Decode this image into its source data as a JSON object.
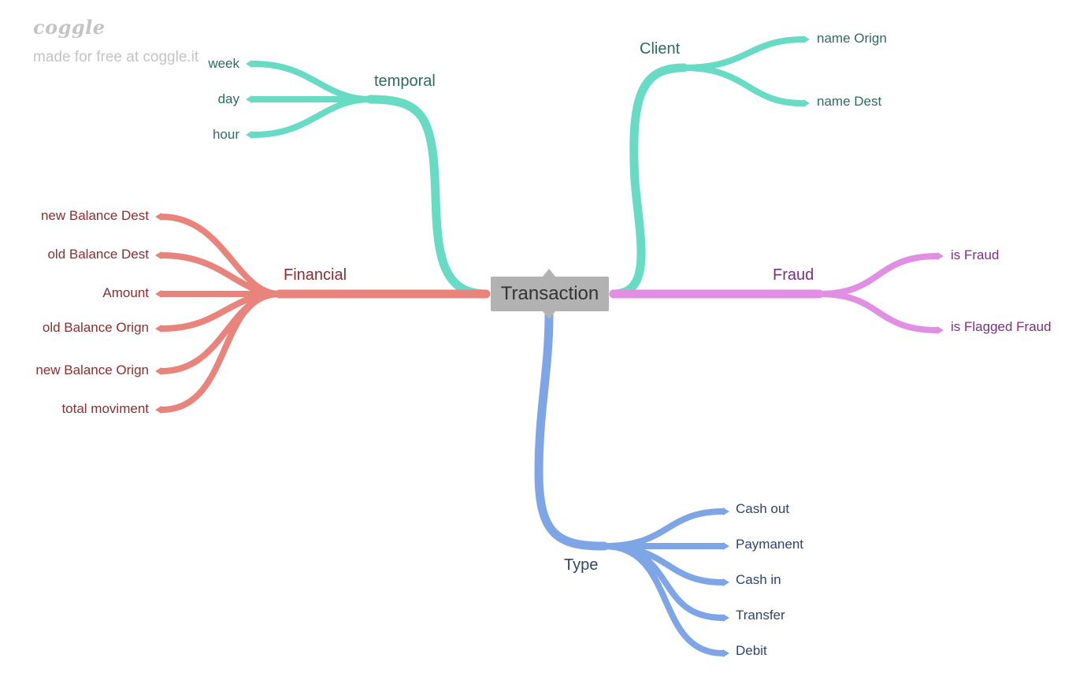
{
  "watermark": {
    "logo": "coggle",
    "tagline": "made for free at coggle.it"
  },
  "center": {
    "label": "Transaction"
  },
  "branches": {
    "temporal": {
      "label": "temporal",
      "color": "#67dbc4",
      "text_color": "#2e6b5e",
      "children": [
        "week",
        "day",
        "hour"
      ]
    },
    "client": {
      "label": "Client",
      "color": "#67dbc4",
      "text_color": "#2e6b5e",
      "children": [
        "name Orign",
        "name Dest"
      ]
    },
    "financial": {
      "label": "Financial",
      "color": "#e8847c",
      "text_color": "#8b2e2e",
      "children": [
        "new Balance Dest",
        "old Balance Dest",
        "Amount",
        "old Balance Orign",
        "new Balance Orign",
        "total moviment"
      ]
    },
    "fraud": {
      "label": "Fraud",
      "color": "#e08fe3",
      "text_color": "#7e2f84",
      "children": [
        "is Fraud",
        "is Flagged Fraud"
      ]
    },
    "type": {
      "label": "Type",
      "color": "#7ea5e6",
      "text_color": "#2c4472",
      "children": [
        "Cash out",
        "Paymanent",
        "Cash in",
        "Transfer",
        "Debit"
      ]
    }
  }
}
